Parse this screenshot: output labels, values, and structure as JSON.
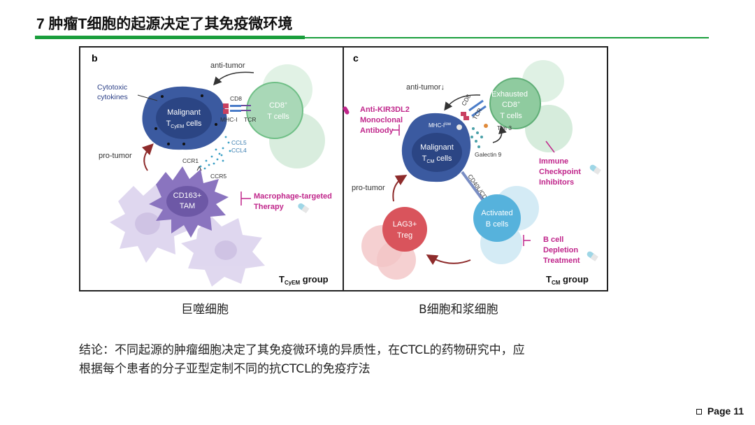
{
  "title": "7 肿瘤T细胞的起源决定了其免疫微环境",
  "panel_b": {
    "letter": "b",
    "anti_tumor": "anti-tumor",
    "pro_tumor": "pro-tumor",
    "cytotoxic_1": "Cytotoxic",
    "cytotoxic_2": "cytokines",
    "malignant_1": "Malignant",
    "malignant_2": "T",
    "malignant_sub": "CyEM",
    "malignant_3": " cells",
    "cd8_1": "CD8",
    "cd8_sup": "+",
    "cd8_2": "T cells",
    "cd8_label": "CD8",
    "mhc": "MHC-I",
    "tcr": "TCR",
    "ccl5": "CCL5",
    "ccl4": "CCL4",
    "ccr1": "CCR1",
    "ccr5": "CCR5",
    "tam_1": "CD163+",
    "tam_2": "TAM",
    "therapy_1": "Macrophage-targeted",
    "therapy_2": "Therapy",
    "group_t": "T",
    "group_sub": "CyEM",
    "group_rest": " group"
  },
  "panel_c": {
    "letter": "c",
    "anti_tumor": "anti-tumor",
    "arrow_down": "↓",
    "pro_tumor": "pro-tumor",
    "antibody_1": "Anti-KIR3DL2",
    "antibody_2": "Monoclonal",
    "antibody_3": "Antibody",
    "mhc": "MHC-I",
    "mhc_sup": "low",
    "malignant_1": "Malignant",
    "malignant_2": "T",
    "malignant_sub": "CM",
    "malignant_3": " cells",
    "cd8_label": "CD8",
    "tcr": "TCR",
    "tim3": "Tim 3",
    "galectin": "Galectin 9",
    "exhausted_1": "Exhausted",
    "exhausted_2": "CD8",
    "exhausted_sup": "+",
    "exhausted_3": "T cells",
    "icb_1": "Immune",
    "icb_2": "Checkpoint",
    "icb_3": "Inhibitors",
    "cd40": "CD40L/CD40",
    "lag3_1": "LAG3+",
    "lag3_2": "Treg",
    "bcell_1": "Activated",
    "bcell_2": "B cells",
    "depl_1": "B cell",
    "depl_2": "Depletion",
    "depl_3": "Treatment",
    "group_t": "T",
    "group_sub": "CM",
    "group_rest": " group"
  },
  "captions": {
    "left": "巨噬细胞",
    "right": "B细胞和浆细胞"
  },
  "conclusion": {
    "line1": "结论：不同起源的肿瘤细胞决定了其免疫微环境的异质性，在CTCL的药物研究中，应",
    "line2": "根据每个患者的分子亚型定制不同的抗CTCL的免疫疗法"
  },
  "page": "Page 11",
  "colors": {
    "accent_green": "#1a9e3c",
    "malignant": "#3b5aa0",
    "cd8": "#5cb87a",
    "tam": "#8a74bf",
    "treg": "#d9545c",
    "bcell": "#56b2dc",
    "therapy_text": "#c0268b",
    "arrow_red": "#8e2b2b"
  }
}
